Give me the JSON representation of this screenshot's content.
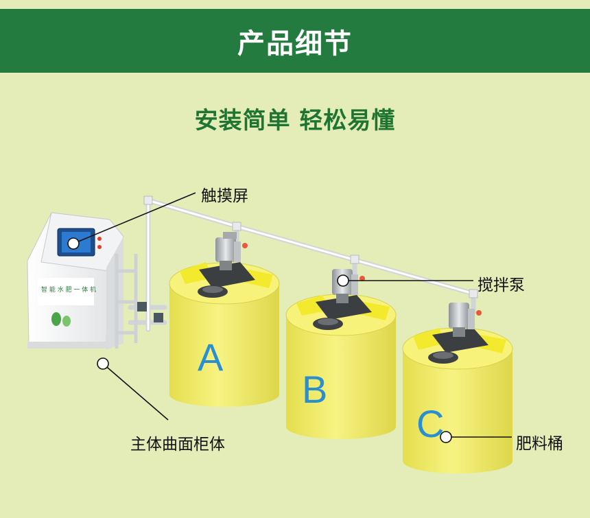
{
  "header": {
    "title": "产品细节"
  },
  "subtitle": "安装简单  轻松易懂",
  "callouts": {
    "touchscreen": "触摸屏",
    "mixer": "搅拌泵",
    "cabinet": "主体曲面柜体",
    "bucket": "肥料桶"
  },
  "tanks": [
    "A",
    "B",
    "C"
  ],
  "colors": {
    "background": "#e4ecb7",
    "banner": "#237b3f",
    "subtitle": "#1f7432",
    "tank": "#f1ec6a",
    "tank_letter": "#2a8fd1"
  }
}
